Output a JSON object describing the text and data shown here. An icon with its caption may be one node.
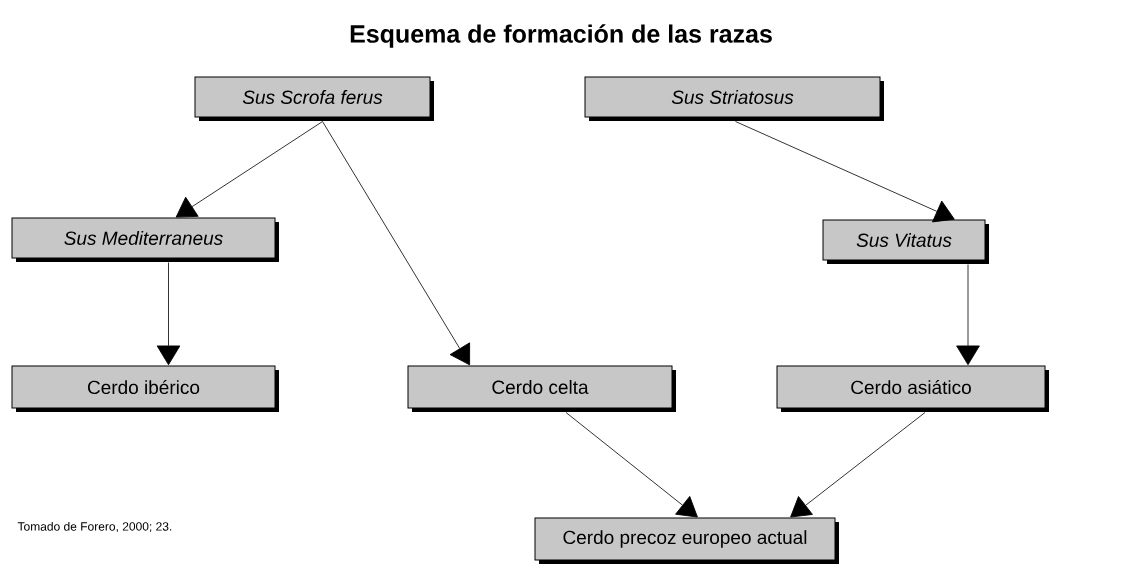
{
  "diagram": {
    "title": "Esquema de formación de las razas",
    "nodes": [
      {
        "text": [
          "Sus Scrofa ferus"
        ]
      },
      {
        "text": [
          "Sus Striatosus"
        ]
      },
      {
        "text": [
          "Sus Mediterraneus"
        ]
      },
      {
        "text": [
          "Sus Vitatus"
        ]
      },
      {
        "text": [
          "Cerdo ibérico"
        ]
      },
      {
        "text": [
          "Cerdo celta"
        ]
      },
      {
        "text": [
          "Cerdo asiático"
        ]
      },
      {
        "text": [
          "Cerdo precoz europeo actual"
        ]
      }
    ],
    "edges": [
      {
        "from": 0,
        "to": 2,
        "arrow": "to"
      },
      {
        "from": 0,
        "to": 5,
        "arrow": "to"
      },
      {
        "from": 1,
        "to": 3,
        "arrow": "to"
      },
      {
        "from": 2,
        "to": 4,
        "arrow": "to"
      },
      {
        "from": 3,
        "to": 6,
        "arrow": "to"
      },
      {
        "from": 5,
        "to": 7,
        "arrow": "to"
      },
      {
        "from": 6,
        "to": 7,
        "arrow": "to"
      }
    ],
    "labels": [
      "Tomado de Forero, 2000; 23."
    ]
  }
}
